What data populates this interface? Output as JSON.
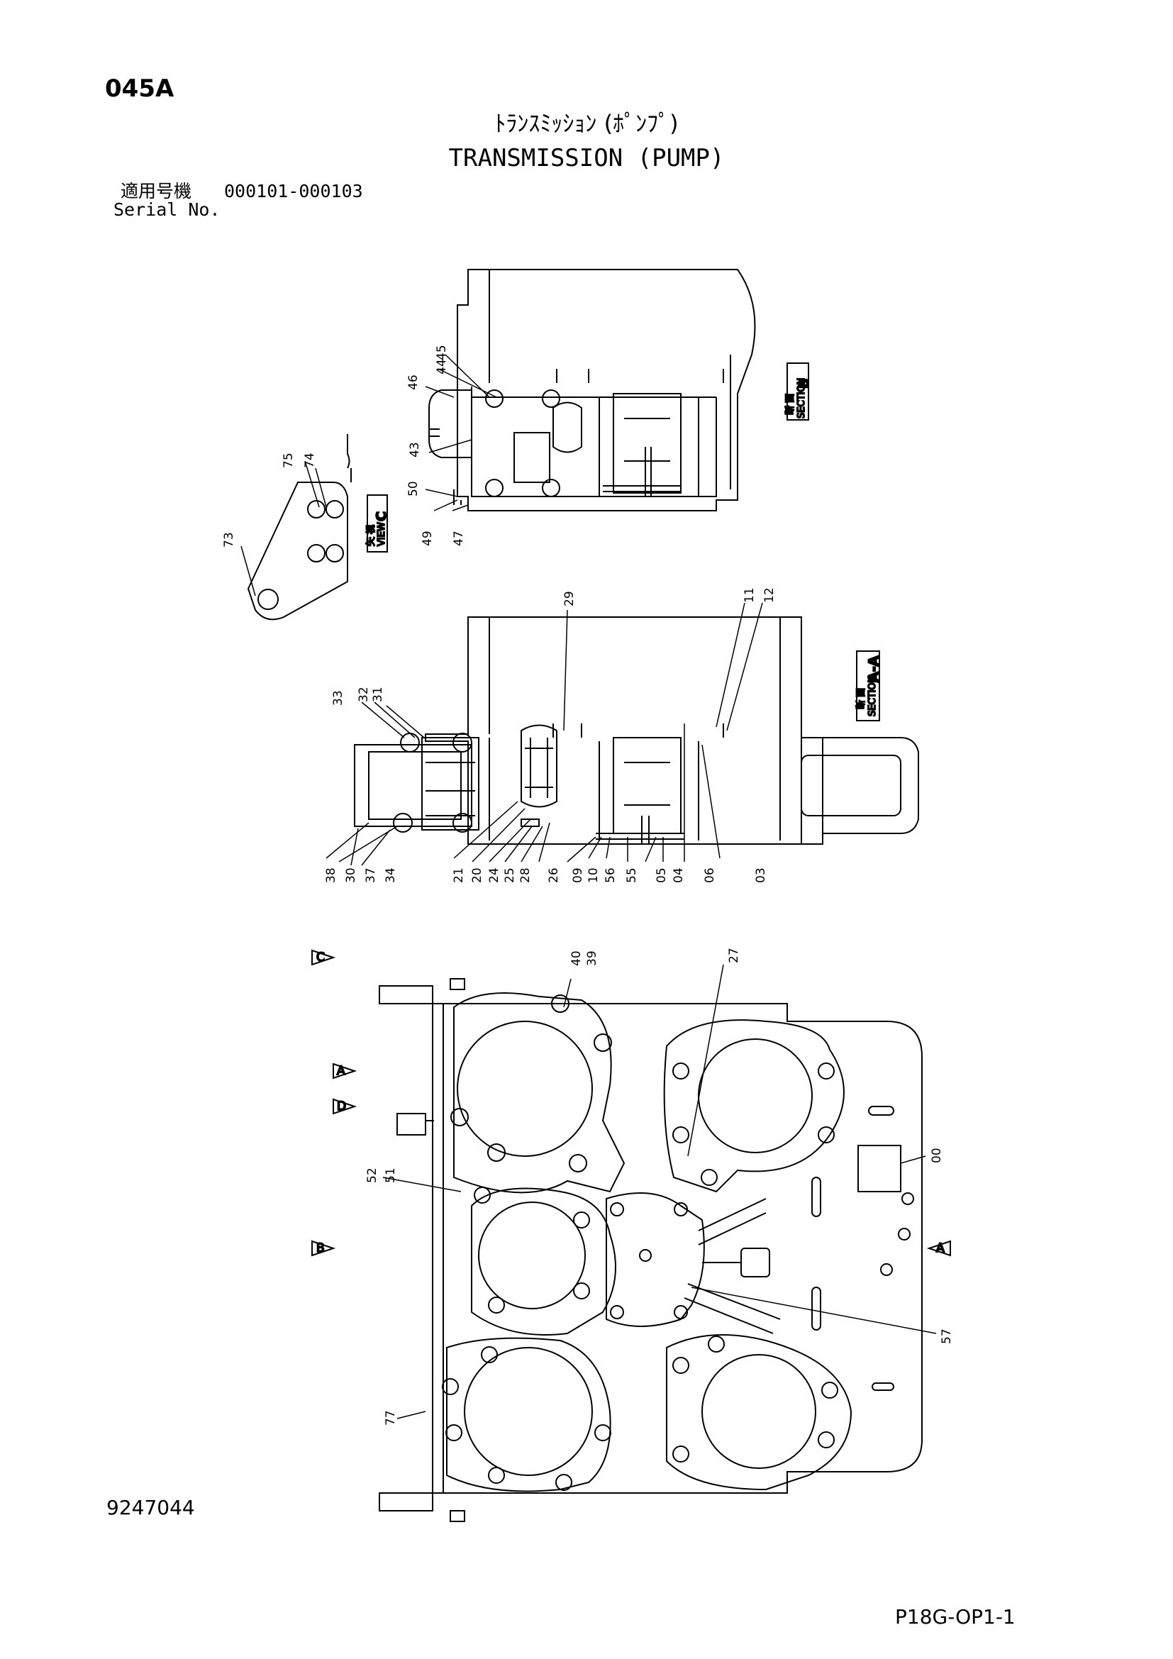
{
  "header": {
    "page_code": "045A",
    "title_jp": "ﾄﾗﾝｽﾐｯｼｮﾝ (ﾎﾟﾝﾌﾟ)",
    "title_en": "TRANSMISSION (PUMP)",
    "serial_label_jp": "適用号機",
    "serial_range": "000101-000103",
    "serial_label_en": "Serial No."
  },
  "footer": {
    "doc_number": "9247044",
    "page_id": "P18G-OP1-1"
  },
  "section_labels": {
    "section_b": {
      "jp": "断 面",
      "en": "SECTION",
      "letter": "B"
    },
    "section_aa": {
      "jp": "断 面",
      "en": "SECTION",
      "letter": "A-A"
    },
    "view_c": {
      "jp": "矢 視",
      "en": "VIEW",
      "letter": "C"
    }
  },
  "view_arrows": [
    "C",
    "A",
    "D",
    "B",
    "A"
  ],
  "part_numbers": {
    "section_b": [
      "45",
      "44",
      "46",
      "43",
      "50",
      "49",
      "47"
    ],
    "view_c": [
      "75",
      "74",
      "73"
    ],
    "section_aa_top": [
      "29",
      "11",
      "12",
      "33",
      "32",
      "31"
    ],
    "section_aa_bottom": [
      "38",
      "30",
      "37",
      "34",
      "21",
      "20",
      "24",
      "25",
      "28",
      "26",
      "09",
      "10",
      "56",
      "55",
      "05",
      "04",
      "06",
      "03"
    ],
    "plan_view": [
      "40",
      "39",
      "27",
      "00",
      "52",
      "51",
      "57",
      "77"
    ]
  }
}
